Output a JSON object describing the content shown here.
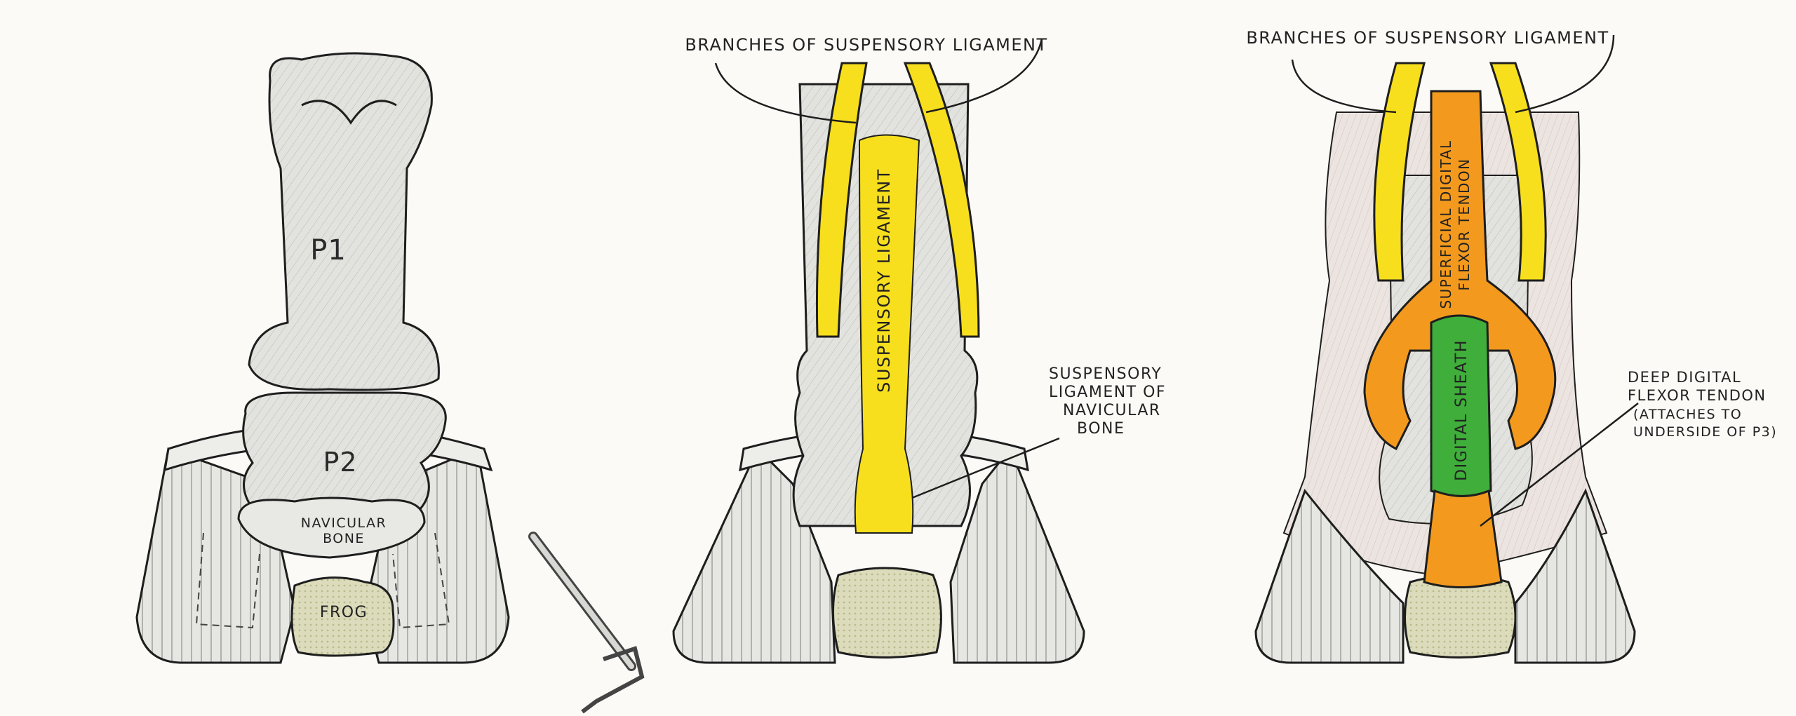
{
  "panel1": {
    "p1": "P1",
    "p2": "P2",
    "navicular_line1": "NAVICULAR",
    "navicular_line2": "BONE",
    "frog": "FROG"
  },
  "panel2": {
    "branches": "BRANCHES OF SUSPENSORY LIGAMENT",
    "suspensory_ligament": "SUSPENSORY LIGAMENT",
    "navicular_lig_line1": "SUSPENSORY",
    "navicular_lig_line2": "LIGAMENT OF",
    "navicular_lig_line3": "NAVICULAR",
    "navicular_lig_line4": "BONE"
  },
  "panel3": {
    "branches": "BRANCHES OF SUSPENSORY LIGAMENT",
    "sdft_line1": "SUPERFICIAL DIGITAL",
    "sdft_line2": "FLEXOR TENDON",
    "digital_sheath": "DIGITAL SHEATH",
    "ddft_line1": "DEEP DIGITAL",
    "ddft_line2": "FLEXOR TENDON",
    "ddft_line3": "(ATTACHES TO",
    "ddft_line4": "UNDERSIDE OF P3)"
  },
  "colors": {
    "bone": "#e3e3df",
    "hoof": "#e8e8e4",
    "frog": "#d9dbb8",
    "ligament_yellow": "#f7df1e",
    "tendon_orange": "#f39a1e",
    "sheath_green": "#3fae3a",
    "skin": "#ebe3df",
    "ink": "#1e1e1e"
  }
}
